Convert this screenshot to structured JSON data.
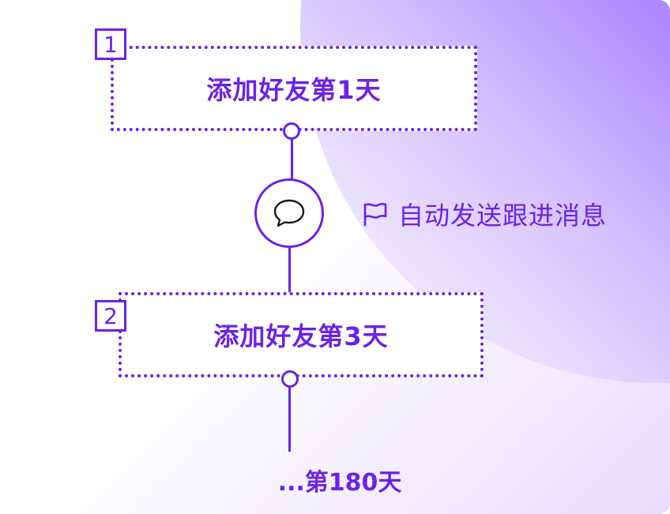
{
  "steps": [
    {
      "number": "1",
      "label": "添加好友第1天"
    },
    {
      "number": "2",
      "label": "添加好友第3天"
    }
  ],
  "action": {
    "icon": "flag-icon",
    "text": "自动发送跟进消息"
  },
  "chat_icon": "chat-bubble-icon",
  "final_label": "...第180天",
  "colors": {
    "accent": "#6b22e8",
    "gradient_start": "#6a1fff",
    "gradient_end": "#ece4ff"
  }
}
